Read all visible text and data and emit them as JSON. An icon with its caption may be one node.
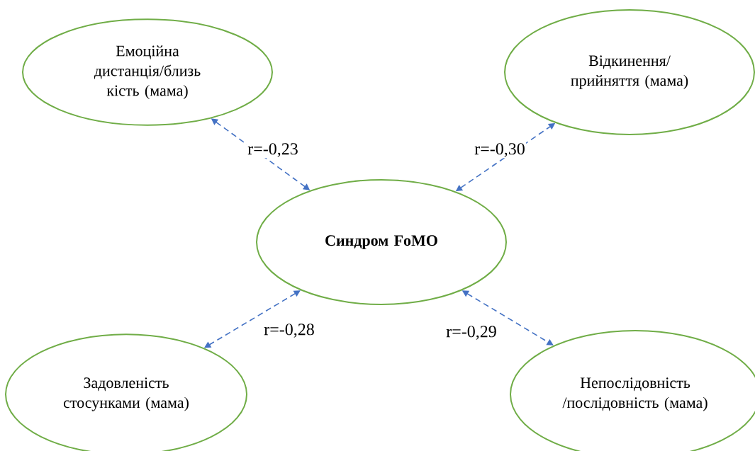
{
  "diagram": {
    "nodes": [
      {
        "text": [
          "Емоційна дистанція/близь кість (мама)"
        ]
      },
      {
        "text": [
          "Відкинення/ прийняття (мама)"
        ]
      },
      {
        "text": [
          "Синдром FoMO"
        ]
      },
      {
        "text": [
          "Задовленість стосунками (мама)"
        ]
      },
      {
        "text": [
          "Непослідовність /послідовність (мама)"
        ]
      }
    ],
    "edges": [
      {
        "from": 2,
        "to": 0,
        "arrow": "both",
        "label": "r=-0,23",
        "style": "dashed"
      },
      {
        "from": 2,
        "to": 1,
        "arrow": "both",
        "label": "r=-0,30",
        "style": "dashed"
      },
      {
        "from": 2,
        "to": 3,
        "arrow": "both",
        "label": "r=-0,28",
        "style": "dashed"
      },
      {
        "from": 2,
        "to": 4,
        "arrow": "both",
        "label": "r=-0,29",
        "style": "dashed"
      }
    ]
  }
}
